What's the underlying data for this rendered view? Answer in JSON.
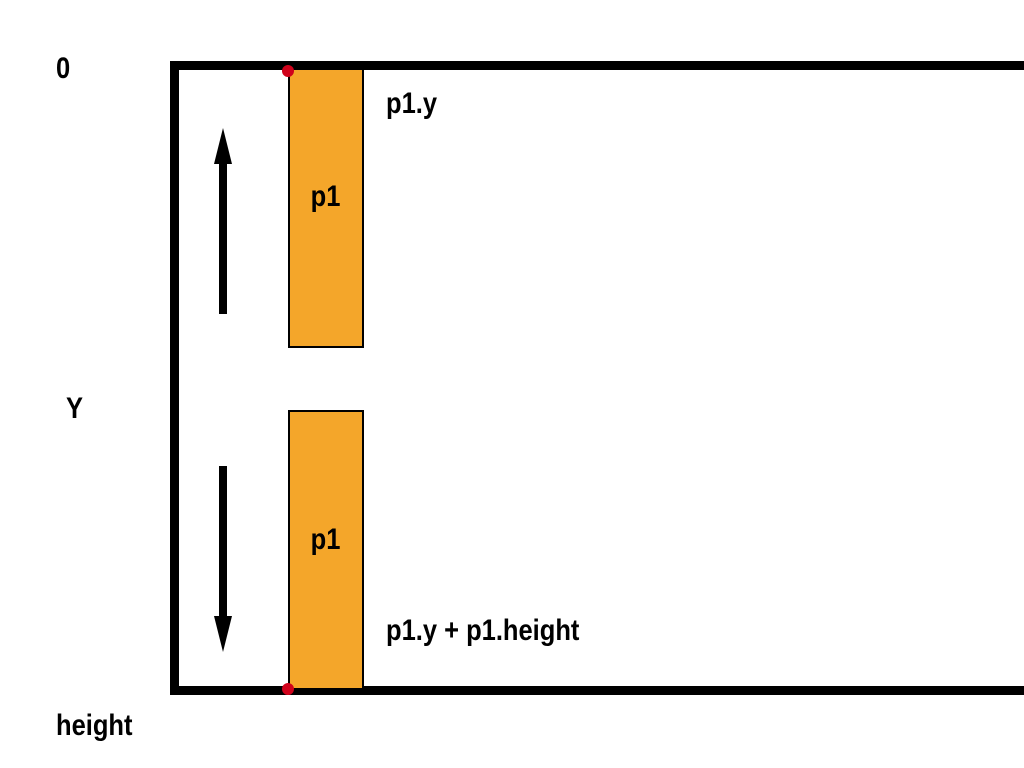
{
  "labels": {
    "origin": "0",
    "axis": "Y",
    "max": "height"
  },
  "paddles": [
    {
      "label": "p1"
    },
    {
      "label": "p1"
    }
  ],
  "annotations": {
    "top": "p1.y",
    "bottom": "p1.y + p1.height"
  },
  "arrows": {
    "first": "up-arrow-icon",
    "second": "down-arrow-icon"
  },
  "colors": {
    "paddle": "#f4a62a",
    "anchor_point": "#d0021b",
    "stroke": "#000000",
    "background": "#ffffff"
  }
}
